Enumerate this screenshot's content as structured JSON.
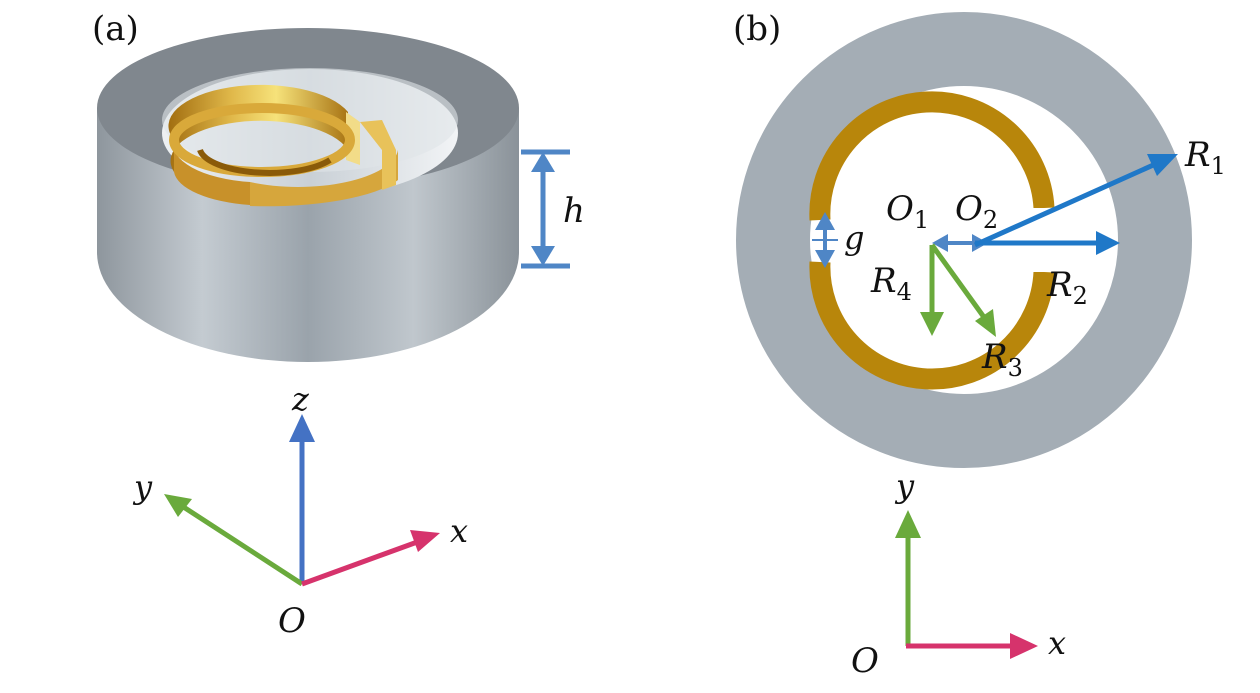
{
  "panel_a": {
    "label": "(a)",
    "dimension": "h",
    "axes": {
      "z": "z",
      "y": "y",
      "x": "x",
      "origin": "O"
    }
  },
  "panel_b": {
    "label": "(b)",
    "dimensions": {
      "R1": "R",
      "R1_sub": "1",
      "R2": "R",
      "R2_sub": "2",
      "R3": "R",
      "R3_sub": "3",
      "R4": "R",
      "R4_sub": "4",
      "O1": "O",
      "O1_sub": "1",
      "O2": "O",
      "O2_sub": "2",
      "g": "g"
    },
    "axes": {
      "y": "y",
      "x": "x",
      "origin": "O"
    }
  },
  "colors": {
    "steel": "#a4adb5",
    "steel_dark": "#7d858c",
    "gold": "#b8860b",
    "blue_arrow": "#1f78c8",
    "dim_blue": "#4f86c6",
    "green_arrow": "#6aaa3c",
    "red_axis": "#d6336c",
    "z_axis": "#4472c4"
  }
}
